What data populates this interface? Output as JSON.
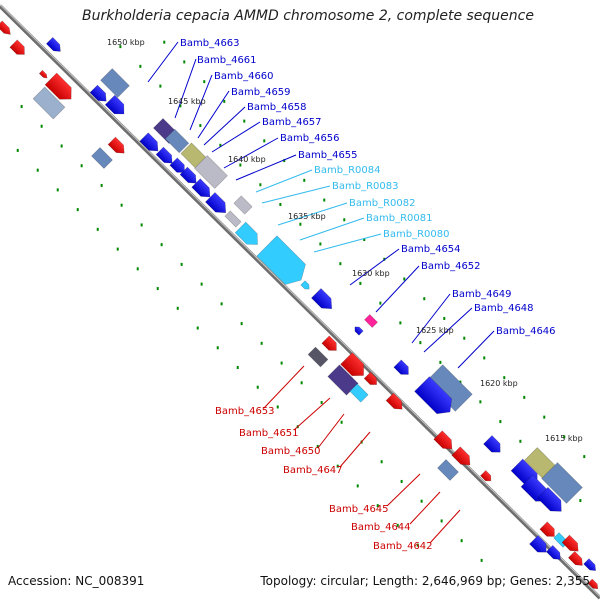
{
  "title": "Burkholderia cepacia AMMD chromosome 2, complete sequence",
  "footer": {
    "accession": "Accession: NC_008391",
    "topology": "Topology: circular; Length: 2,646,969 bp; Genes: 2,355"
  },
  "colors": {
    "backbone": "#777777",
    "forward_strand": "#0000ee",
    "reverse_strand": "#ee0000",
    "rna_gene": "#33ccff",
    "tick_dots": "#008800",
    "forward_label": "#0000cc",
    "rna_label": "#33bbee",
    "reverse_label": "#cc0000"
  },
  "scale_labels": [
    "1650 kbp",
    "1645 kbp",
    "1640 kbp",
    "1635 kbp",
    "1630 kbp",
    "1625 kbp",
    "1620 kbp",
    "1615 kbp"
  ],
  "gene_labels_forward": [
    "Bamb_4663",
    "Bamb_4661",
    "Bamb_4660",
    "Bamb_4659",
    "Bamb_4658",
    "Bamb_4657",
    "Bamb_4656",
    "Bamb_4655",
    "Bamb_R0084",
    "Bamb_R0083",
    "Bamb_R0082",
    "Bamb_R0081",
    "Bamb_R0080",
    "Bamb_4654",
    "Bamb_4652",
    "Bamb_4649",
    "Bamb_4648",
    "Bamb_4646"
  ],
  "gene_labels_reverse": [
    "Bamb_4653",
    "Bamb_4651",
    "Bamb_4650",
    "Bamb_4647",
    "Bamb_4645",
    "Bamb_4644",
    "Bamb_4642"
  ]
}
